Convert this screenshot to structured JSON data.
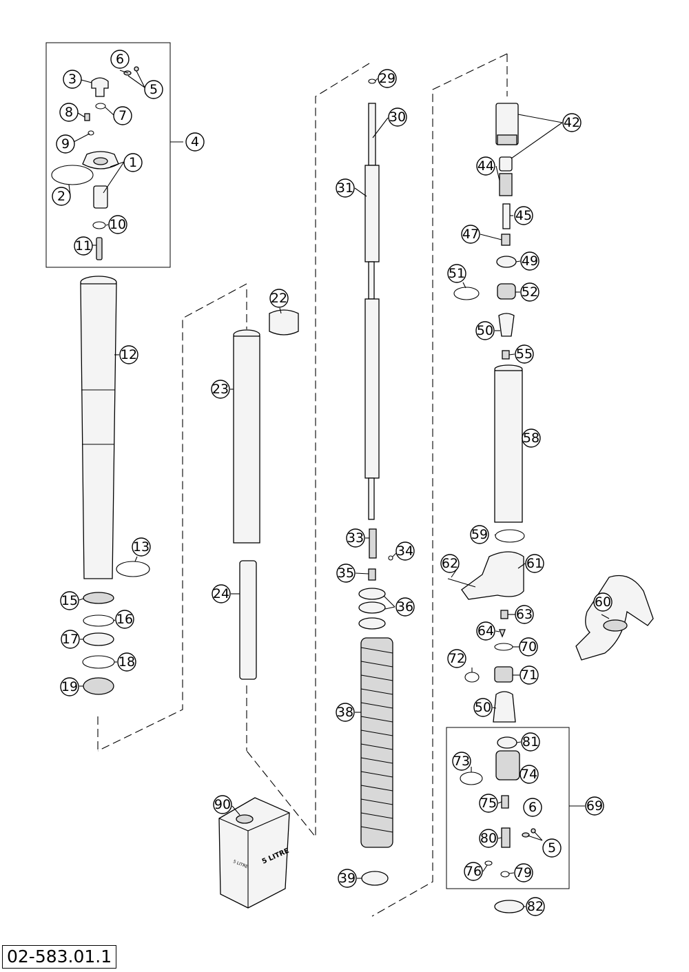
{
  "drawing_number": "02-583.01.1",
  "can_label_front": "5 LITRE",
  "can_label_side": "5 LITRE",
  "callouts": [
    {
      "label": "6"
    },
    {
      "label": "3"
    },
    {
      "label": "5"
    },
    {
      "label": "8"
    },
    {
      "label": "7"
    },
    {
      "label": "9"
    },
    {
      "label": "4"
    },
    {
      "label": "1"
    },
    {
      "label": "2"
    },
    {
      "label": "10"
    },
    {
      "label": "11"
    },
    {
      "label": "12"
    },
    {
      "label": "13"
    },
    {
      "label": "15"
    },
    {
      "label": "16"
    },
    {
      "label": "17"
    },
    {
      "label": "18"
    },
    {
      "label": "19"
    },
    {
      "label": "22"
    },
    {
      "label": "23"
    },
    {
      "label": "24"
    },
    {
      "label": "29"
    },
    {
      "label": "30"
    },
    {
      "label": "31"
    },
    {
      "label": "33"
    },
    {
      "label": "34"
    },
    {
      "label": "35"
    },
    {
      "label": "36"
    },
    {
      "label": "38"
    },
    {
      "label": "39"
    },
    {
      "label": "42"
    },
    {
      "label": "44"
    },
    {
      "label": "45"
    },
    {
      "label": "47"
    },
    {
      "label": "49"
    },
    {
      "label": "51"
    },
    {
      "label": "52"
    },
    {
      "label": "50"
    },
    {
      "label": "55"
    },
    {
      "label": "58"
    },
    {
      "label": "59"
    },
    {
      "label": "61"
    },
    {
      "label": "62"
    },
    {
      "label": "60"
    },
    {
      "label": "63"
    },
    {
      "label": "64"
    },
    {
      "label": "70"
    },
    {
      "label": "72"
    },
    {
      "label": "71"
    },
    {
      "label": "50"
    },
    {
      "label": "81"
    },
    {
      "label": "73"
    },
    {
      "label": "74"
    },
    {
      "label": "75"
    },
    {
      "label": "6"
    },
    {
      "label": "69"
    },
    {
      "label": "80"
    },
    {
      "label": "5"
    },
    {
      "label": "76"
    },
    {
      "label": "79"
    },
    {
      "label": "82"
    },
    {
      "label": "90"
    }
  ]
}
